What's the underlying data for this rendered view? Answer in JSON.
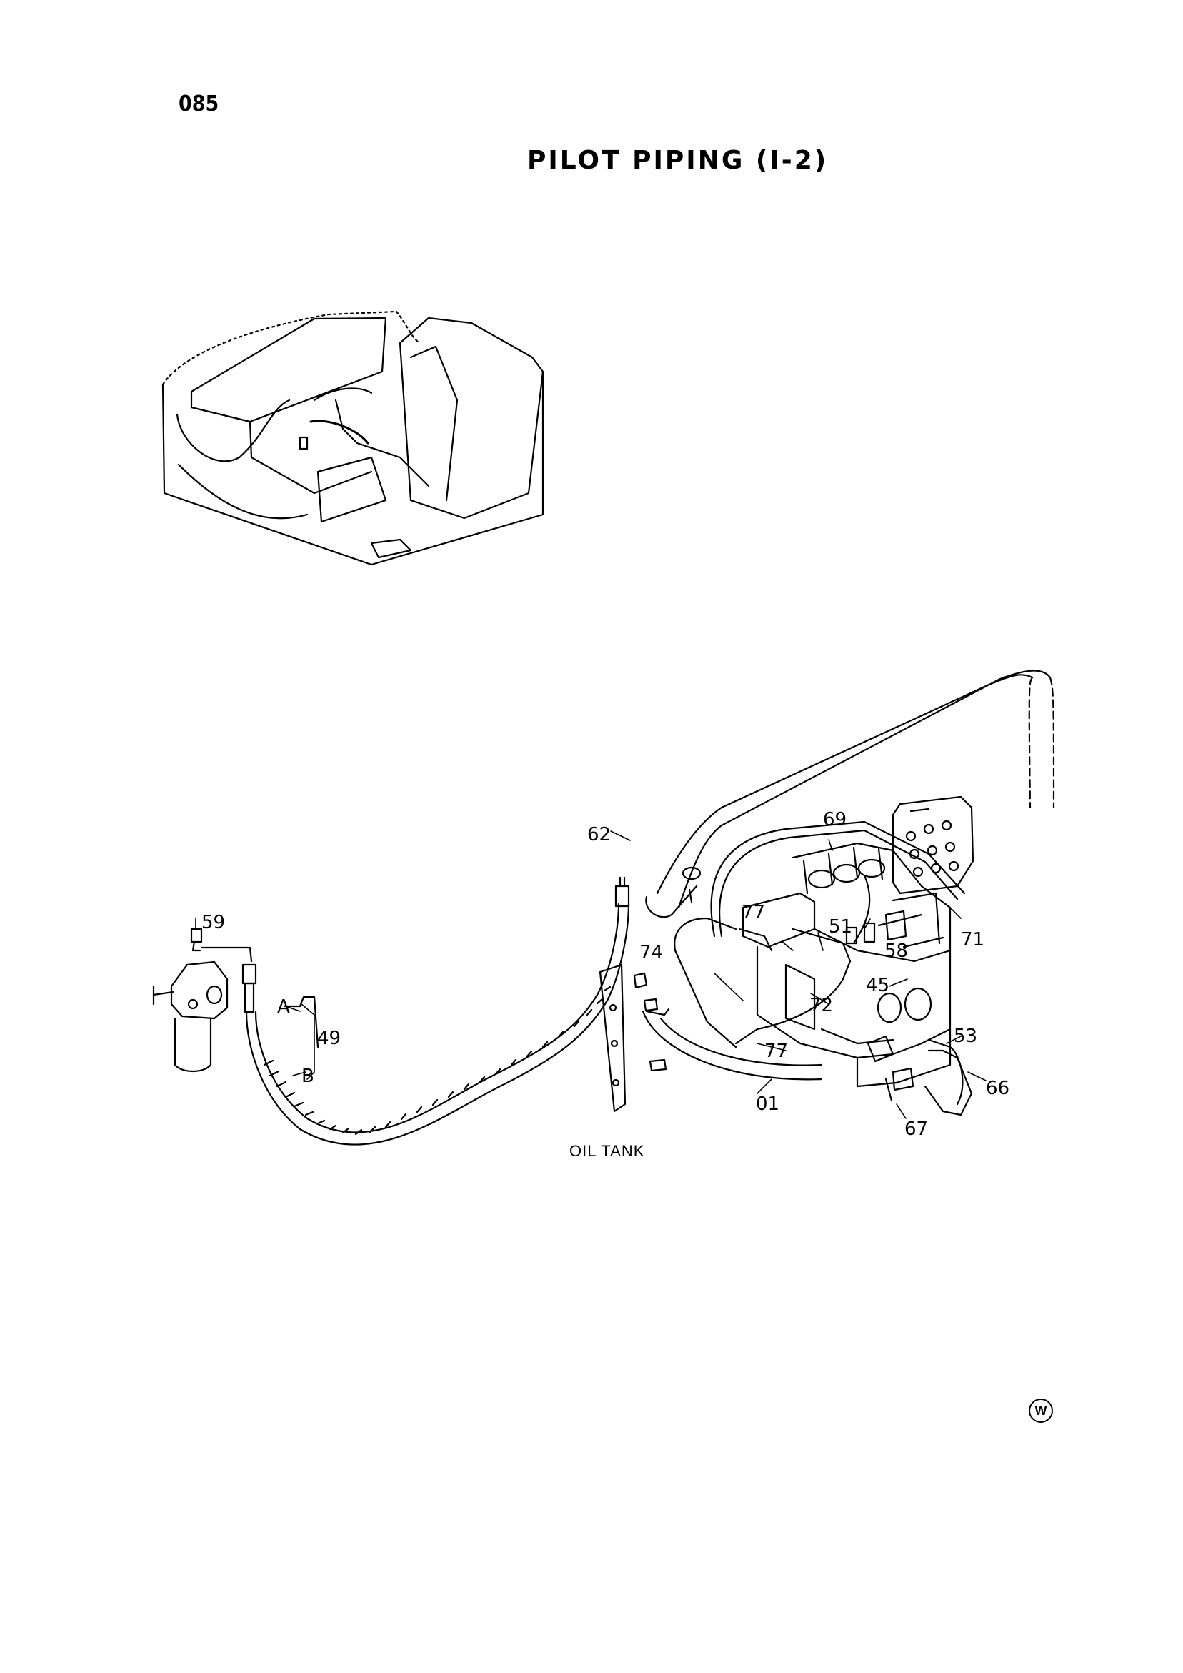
{
  "page": {
    "number": "085",
    "title": "PILOT PIPING (I-2)",
    "corner_mark": "W"
  },
  "labels": {
    "oil_tank": "OIL TANK",
    "hose_a": "A",
    "hose_b": "B"
  },
  "callouts": [
    "59",
    "49",
    "62",
    "74",
    "77",
    "51",
    "58",
    "45",
    "72",
    "77",
    "53",
    "01",
    "66",
    "67",
    "69",
    "71"
  ]
}
